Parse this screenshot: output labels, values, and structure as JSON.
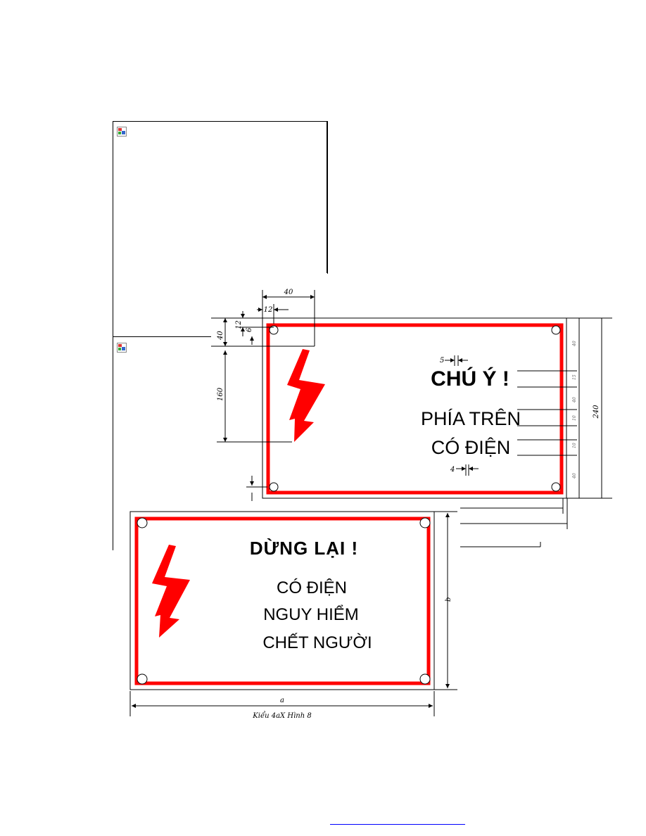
{
  "placeholders": {
    "icon": "broken-image-icon"
  },
  "sign1": {
    "line1": "CHÚ Ý !",
    "line2": "PHÍA TRÊN",
    "line3": "CÓ ĐIỆN",
    "dims": {
      "d40_top": "40",
      "d12_top": "12",
      "d12_side": "12",
      "d6": "6",
      "d40_side": "40",
      "d160": "160",
      "d5": "5",
      "d4": "4",
      "d240": "240",
      "r40a": "40",
      "r15": "15",
      "r40b": "40",
      "r10a": "10",
      "r10b": "10",
      "r40c": "40"
    }
  },
  "sign2": {
    "line1": "DỪNG LẠI !",
    "line2": "CÓ ĐIỆN",
    "line3": "NGUY HIỂM",
    "line4": "CHẾT NGƯỜI",
    "dim_a": "a",
    "dim_b": "b",
    "caption": "Kiểu 4aX Hình 8"
  },
  "colors": {
    "red": "#ff0000",
    "link": "#0000ff"
  }
}
